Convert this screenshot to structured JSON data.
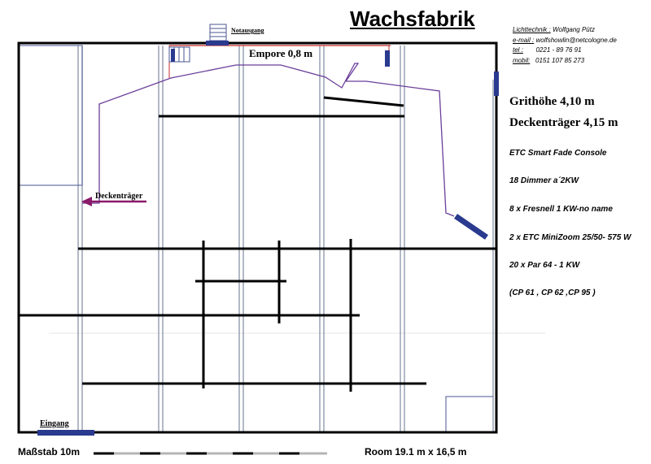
{
  "title": "Wachsfabrik",
  "contact": {
    "lichttechnik_label": "Lichttechnik :",
    "lichttechnik_value": "Wolfgang Pütz",
    "email_label": "e-mail :",
    "email_value": "wolfshowlin@netcologne.de",
    "tel_label": "tel :",
    "tel_value": "0221 - 89 76 91",
    "mobil_label": "mobil:",
    "mobil_value": "0151 107 85 273"
  },
  "labels": {
    "notausgang": "Notausgang",
    "empore": "Empore 0,8 m",
    "deckentraeger_arrow": "Deckenträger",
    "eingang": "Eingang",
    "grithoehe": "Grithöhe 4,10 m",
    "deckentraeger_height": "Deckenträger 4,15 m"
  },
  "equipment": [
    "ETC Smart Fade Console",
    "18 Dimmer a´2KW",
    "8 x  Fresnell 1 KW-no name",
    "2 x  ETC MiniZoom 25/50- 575 W",
    "20 x  Par 64 - 1 KW",
    "(CP 61 , CP 62 ,CP 95 )"
  ],
  "footer": {
    "scale": "Maßstab 10m",
    "room": "Room 19.1 m x 16,5 m"
  },
  "colors": {
    "wall": "#000000",
    "beam": "#8893a8",
    "gallery_line": "#6a3f9a",
    "door": "#2a3a8f",
    "exit_line": "#c62828",
    "arrow": "#8a1a6a",
    "pipe": "#000000"
  }
}
